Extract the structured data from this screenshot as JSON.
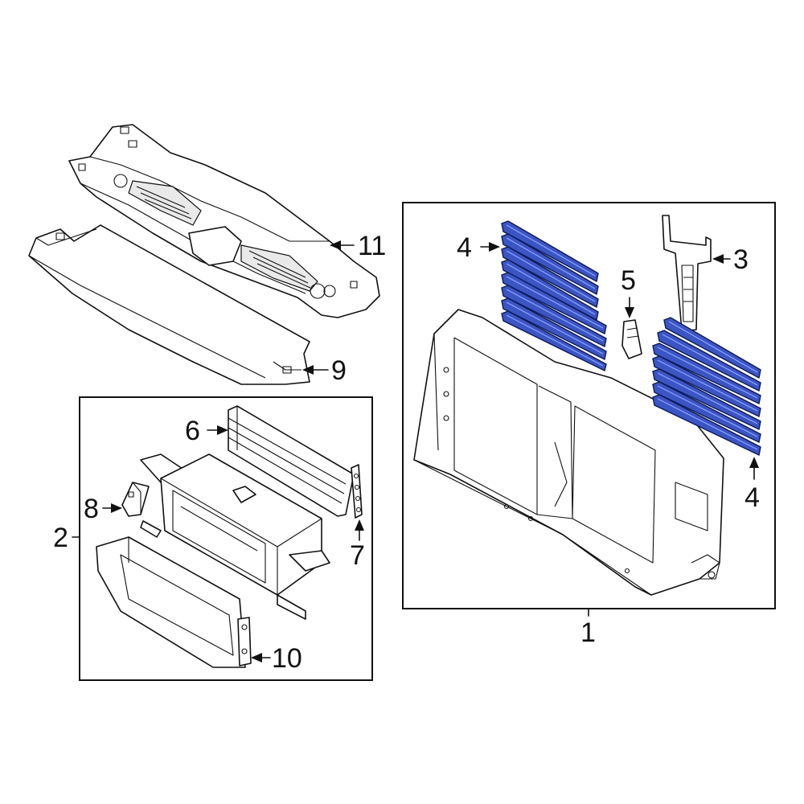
{
  "callouts": {
    "c1": "1",
    "c2": "2",
    "c3": "3",
    "c4a": "4",
    "c4b": "4",
    "c5": "5",
    "c6": "6",
    "c7": "7",
    "c8": "8",
    "c9": "9",
    "c10": "10",
    "c11": "11"
  },
  "colors": {
    "highlight": "#3b55c4",
    "line": "#111111",
    "background": "#ffffff"
  }
}
